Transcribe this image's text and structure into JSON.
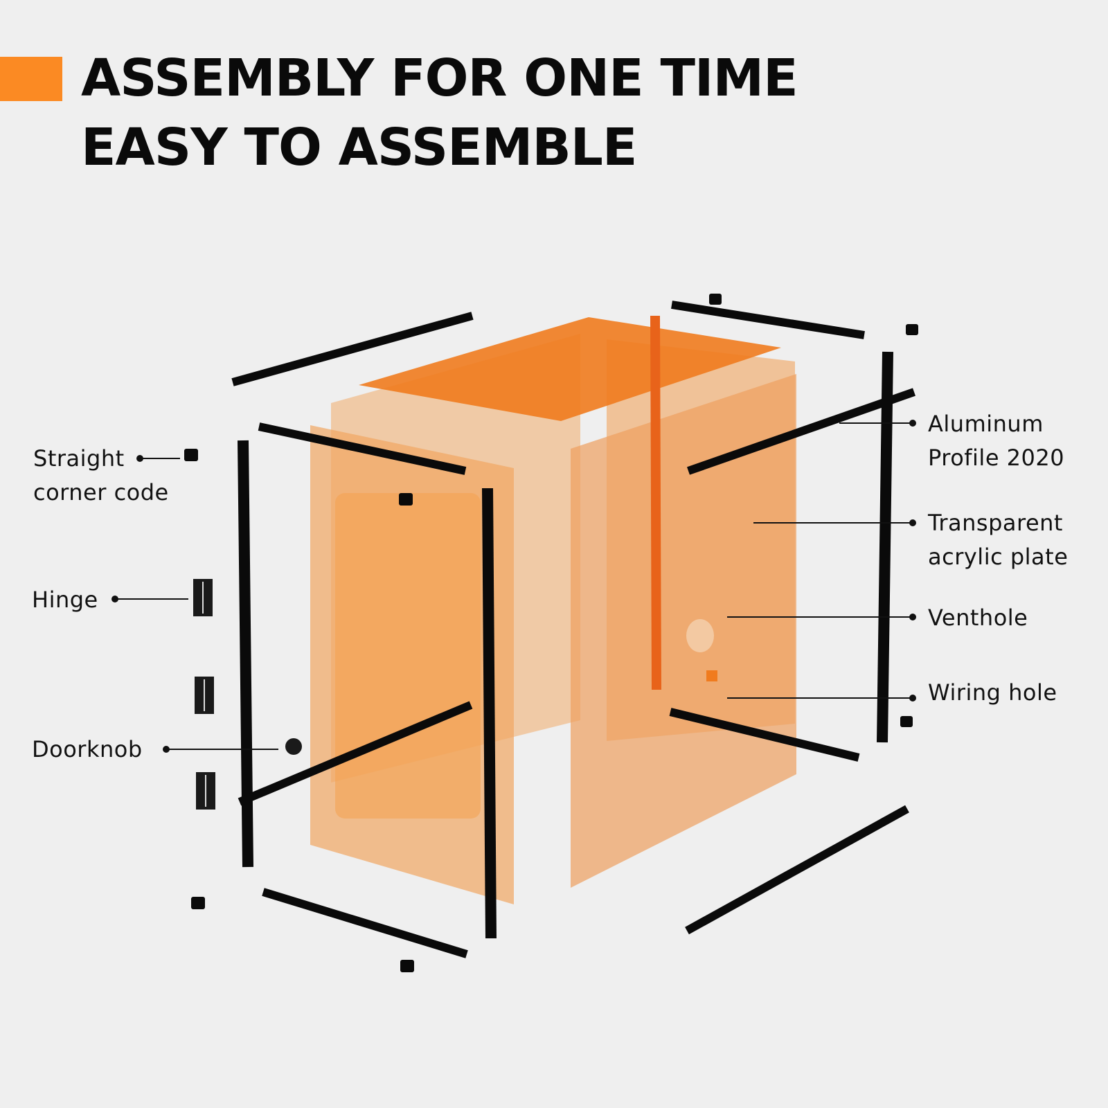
{
  "header": {
    "accent_color": "#fb8a23",
    "title_line_1": "ASSEMBLY FOR ONE TIME",
    "title_line_2": "EASY TO ASSEMBLE"
  },
  "diagram": {
    "subject": "exploded view of 3D printer enclosure",
    "panel_color": "#f08a30",
    "frame_color": "#0a0a0a",
    "left_callouts": [
      {
        "id": "straight-corner-code",
        "lines": [
          "Straight",
          "corner code"
        ]
      },
      {
        "id": "hinge",
        "lines": [
          "Hinge"
        ]
      },
      {
        "id": "doorknob",
        "lines": [
          "Doorknob"
        ]
      }
    ],
    "right_callouts": [
      {
        "id": "aluminum-profile",
        "lines": [
          "Aluminum",
          "Profile 2020"
        ]
      },
      {
        "id": "acrylic-plate",
        "lines": [
          "Transparent",
          "acrylic plate"
        ]
      },
      {
        "id": "venthole",
        "lines": [
          "Venthole"
        ]
      },
      {
        "id": "wiring-hole",
        "lines": [
          "Wiring hole"
        ]
      }
    ]
  }
}
